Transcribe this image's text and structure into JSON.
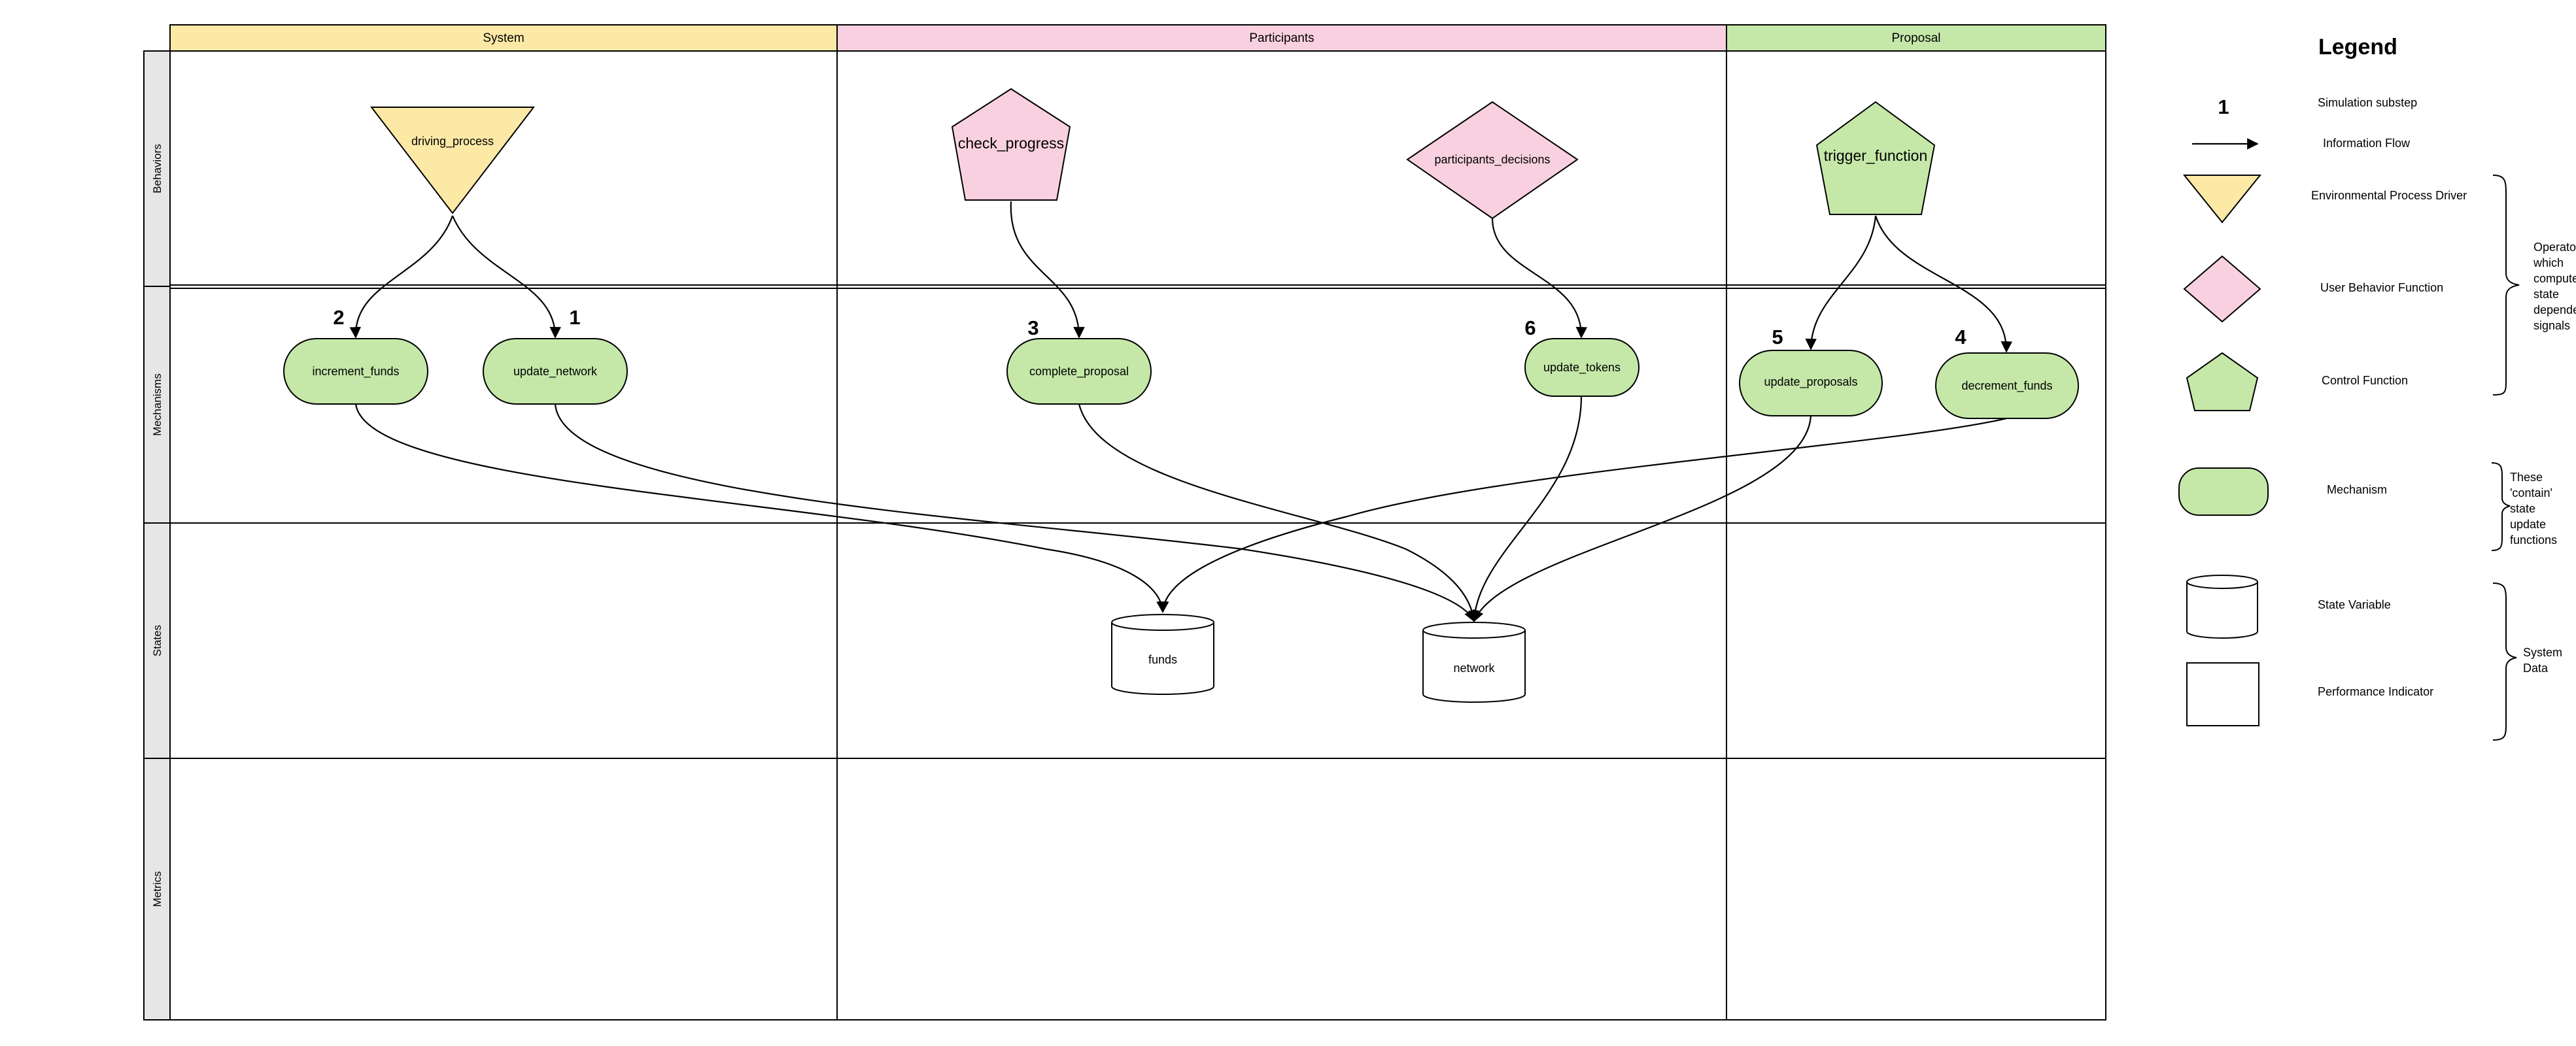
{
  "columns": [
    {
      "name": "System",
      "color": "#fde9a6"
    },
    {
      "name": "Participants",
      "color": "#f9d0df"
    },
    {
      "name": "Proposal",
      "color": "#c5e8a9"
    }
  ],
  "lanes": [
    "Behaviors",
    "Mechanisms",
    "States",
    "Metrics"
  ],
  "behaviors": [
    {
      "id": "driving_process",
      "label": "driving_process",
      "shape": "triangle",
      "color": "#fde9a6"
    },
    {
      "id": "check_progress",
      "label": "check_progress",
      "shape": "pentagon",
      "color": "#f9d0df"
    },
    {
      "id": "participants_decisions",
      "label": "participants_decisions",
      "shape": "diamond",
      "color": "#f9d0df"
    },
    {
      "id": "trigger_function",
      "label": "trigger_function",
      "shape": "pentagon",
      "color": "#c5e8a9"
    }
  ],
  "mechanisms": [
    {
      "id": "increment_funds",
      "label": "increment_funds",
      "step": "2"
    },
    {
      "id": "update_network",
      "label": "update_network",
      "step": "1"
    },
    {
      "id": "complete_proposal",
      "label": "complete_proposal",
      "step": "3"
    },
    {
      "id": "update_tokens",
      "label": "update_tokens",
      "step": "6"
    },
    {
      "id": "update_proposals",
      "label": "update_proposals",
      "step": "5"
    },
    {
      "id": "decrement_funds",
      "label": "decrement_funds",
      "step": "4"
    }
  ],
  "states": [
    {
      "id": "funds",
      "label": "funds"
    },
    {
      "id": "network",
      "label": "network"
    }
  ],
  "edges": [
    [
      "driving_process",
      "increment_funds"
    ],
    [
      "driving_process",
      "update_network"
    ],
    [
      "check_progress",
      "complete_proposal"
    ],
    [
      "participants_decisions",
      "update_tokens"
    ],
    [
      "trigger_function",
      "update_proposals"
    ],
    [
      "trigger_function",
      "decrement_funds"
    ],
    [
      "increment_funds",
      "funds"
    ],
    [
      "decrement_funds",
      "funds"
    ],
    [
      "update_network",
      "network"
    ],
    [
      "complete_proposal",
      "network"
    ],
    [
      "update_tokens",
      "network"
    ],
    [
      "update_proposals",
      "network"
    ]
  ],
  "legend": {
    "title": "Legend",
    "step_example": "1",
    "items": {
      "substep": "Simulation substep",
      "info_flow": "Information Flow",
      "env_driver": "Environmental Process Driver",
      "user_behavior": "User Behavior Function",
      "control": "Control Function",
      "mechanism": "Mechanism",
      "state_variable": "State Variable",
      "performance": "Performance Indicator"
    },
    "brace_operators": [
      "Operators",
      "which",
      "compute",
      "state",
      "dependent",
      "signals"
    ],
    "brace_mechanisms": [
      "These",
      "'contain'",
      "state",
      "update",
      "functions"
    ],
    "brace_system": [
      "System",
      "Data"
    ],
    "colors": {
      "yellow": "#fde9a6",
      "pink": "#f9d0df",
      "green": "#c5e8a9"
    }
  }
}
